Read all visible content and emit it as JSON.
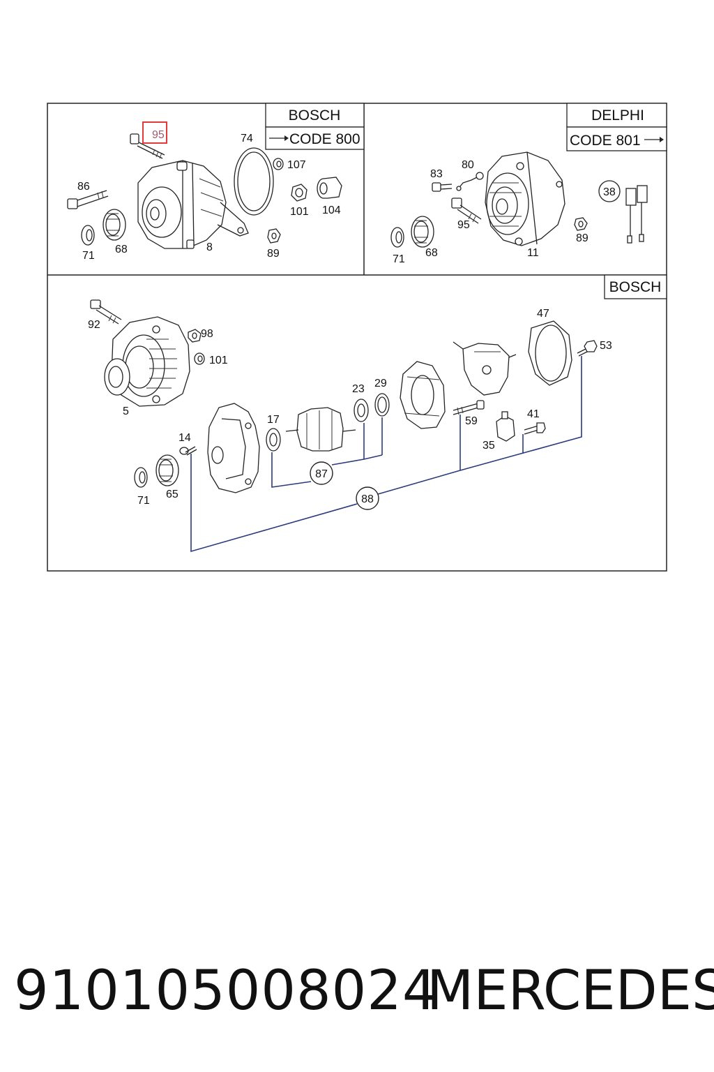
{
  "panels": {
    "top_left": {
      "brand": "BOSCH",
      "code": "CODE 800",
      "labels": {
        "p95": "95",
        "p74": "74",
        "p107": "107",
        "p86": "86",
        "p101": "101",
        "p104": "104",
        "p71": "71",
        "p68": "68",
        "p8": "8",
        "p89": "89"
      }
    },
    "top_right": {
      "brand": "DELPHI",
      "code": "CODE 801",
      "labels": {
        "p83": "83",
        "p80": "80",
        "p38": "38",
        "p95": "95",
        "p71": "71",
        "p68": "68",
        "p11": "11",
        "p89": "89"
      }
    },
    "bottom": {
      "brand": "BOSCH",
      "labels": {
        "p92": "92",
        "p98": "98",
        "p101": "101",
        "p5": "5",
        "p47": "47",
        "p53": "53",
        "p23": "23",
        "p29": "29",
        "p17": "17",
        "p14": "14",
        "p59": "59",
        "p41": "41",
        "p35": "35",
        "p87": "87",
        "p88": "88",
        "p71": "71",
        "p65": "65"
      }
    }
  },
  "highlight_color": "#e03a3a",
  "footer": {
    "part_number": "91010500802​4",
    "brand": "MERCEDES"
  }
}
